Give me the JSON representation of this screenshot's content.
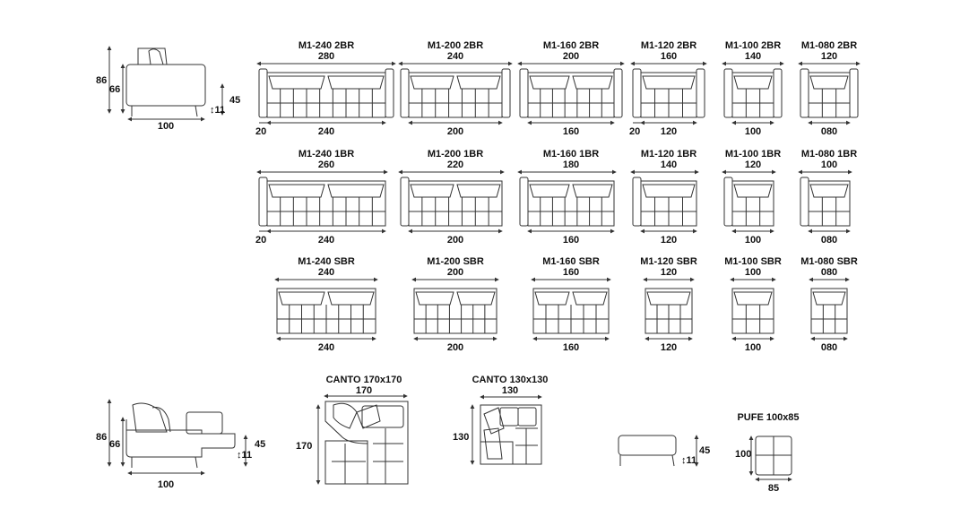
{
  "side_top": {
    "height_total": "86",
    "height_seat_back": "66",
    "seat_height": "45",
    "leg_height": "11",
    "depth": "100"
  },
  "rows": [
    [
      {
        "name": "M1-240 2BR",
        "width": "280",
        "dims": [
          "20",
          "240"
        ]
      },
      {
        "name": "M1-200 2BR",
        "width": "240",
        "dims": [
          "200"
        ]
      },
      {
        "name": "M1-160 2BR",
        "width": "200",
        "dims": [
          "160"
        ]
      },
      {
        "name": "M1-120 2BR",
        "width": "160",
        "dims": [
          "20",
          "120"
        ]
      },
      {
        "name": "M1-100 2BR",
        "width": "140",
        "dims": [
          "100"
        ]
      },
      {
        "name": "M1-080 2BR",
        "width": "120",
        "dims": [
          "080"
        ]
      }
    ],
    [
      {
        "name": "M1-240 1BR",
        "width": "260",
        "dims": [
          "20",
          "240"
        ]
      },
      {
        "name": "M1-200 1BR",
        "width": "220",
        "dims": [
          "200"
        ]
      },
      {
        "name": "M1-160 1BR",
        "width": "180",
        "dims": [
          "160"
        ]
      },
      {
        "name": "M1-120 1BR",
        "width": "140",
        "dims": [
          "120"
        ]
      },
      {
        "name": "M1-100 1BR",
        "width": "120",
        "dims": [
          "100"
        ]
      },
      {
        "name": "M1-080 1BR",
        "width": "100",
        "dims": [
          "080"
        ]
      }
    ],
    [
      {
        "name": "M1-240 SBR",
        "width": "240",
        "dims": [
          "240"
        ]
      },
      {
        "name": "M1-200 SBR",
        "width": "200",
        "dims": [
          "200"
        ]
      },
      {
        "name": "M1-160 SBR",
        "width": "160",
        "dims": [
          "160"
        ]
      },
      {
        "name": "M1-120 SBR",
        "width": "120",
        "dims": [
          "120"
        ]
      },
      {
        "name": "M1-100 SBR",
        "width": "100",
        "dims": [
          "100"
        ]
      },
      {
        "name": "M1-080 SBR",
        "width": "080",
        "dims": [
          "080"
        ]
      }
    ]
  ],
  "side_bottom": {
    "height_total": "86",
    "height_seat_back": "66",
    "seat_height": "45",
    "leg_height": "11",
    "depth": "100"
  },
  "canto_170": {
    "name": "CANTO 170x170",
    "width": "170",
    "height": "170"
  },
  "canto_130": {
    "name": "CANTO 130x130",
    "width": "130",
    "height": "130"
  },
  "pufe": {
    "name": "PUFE 100x85",
    "seat_height": "45",
    "leg_height": "11",
    "depth": "100",
    "width": "85"
  }
}
